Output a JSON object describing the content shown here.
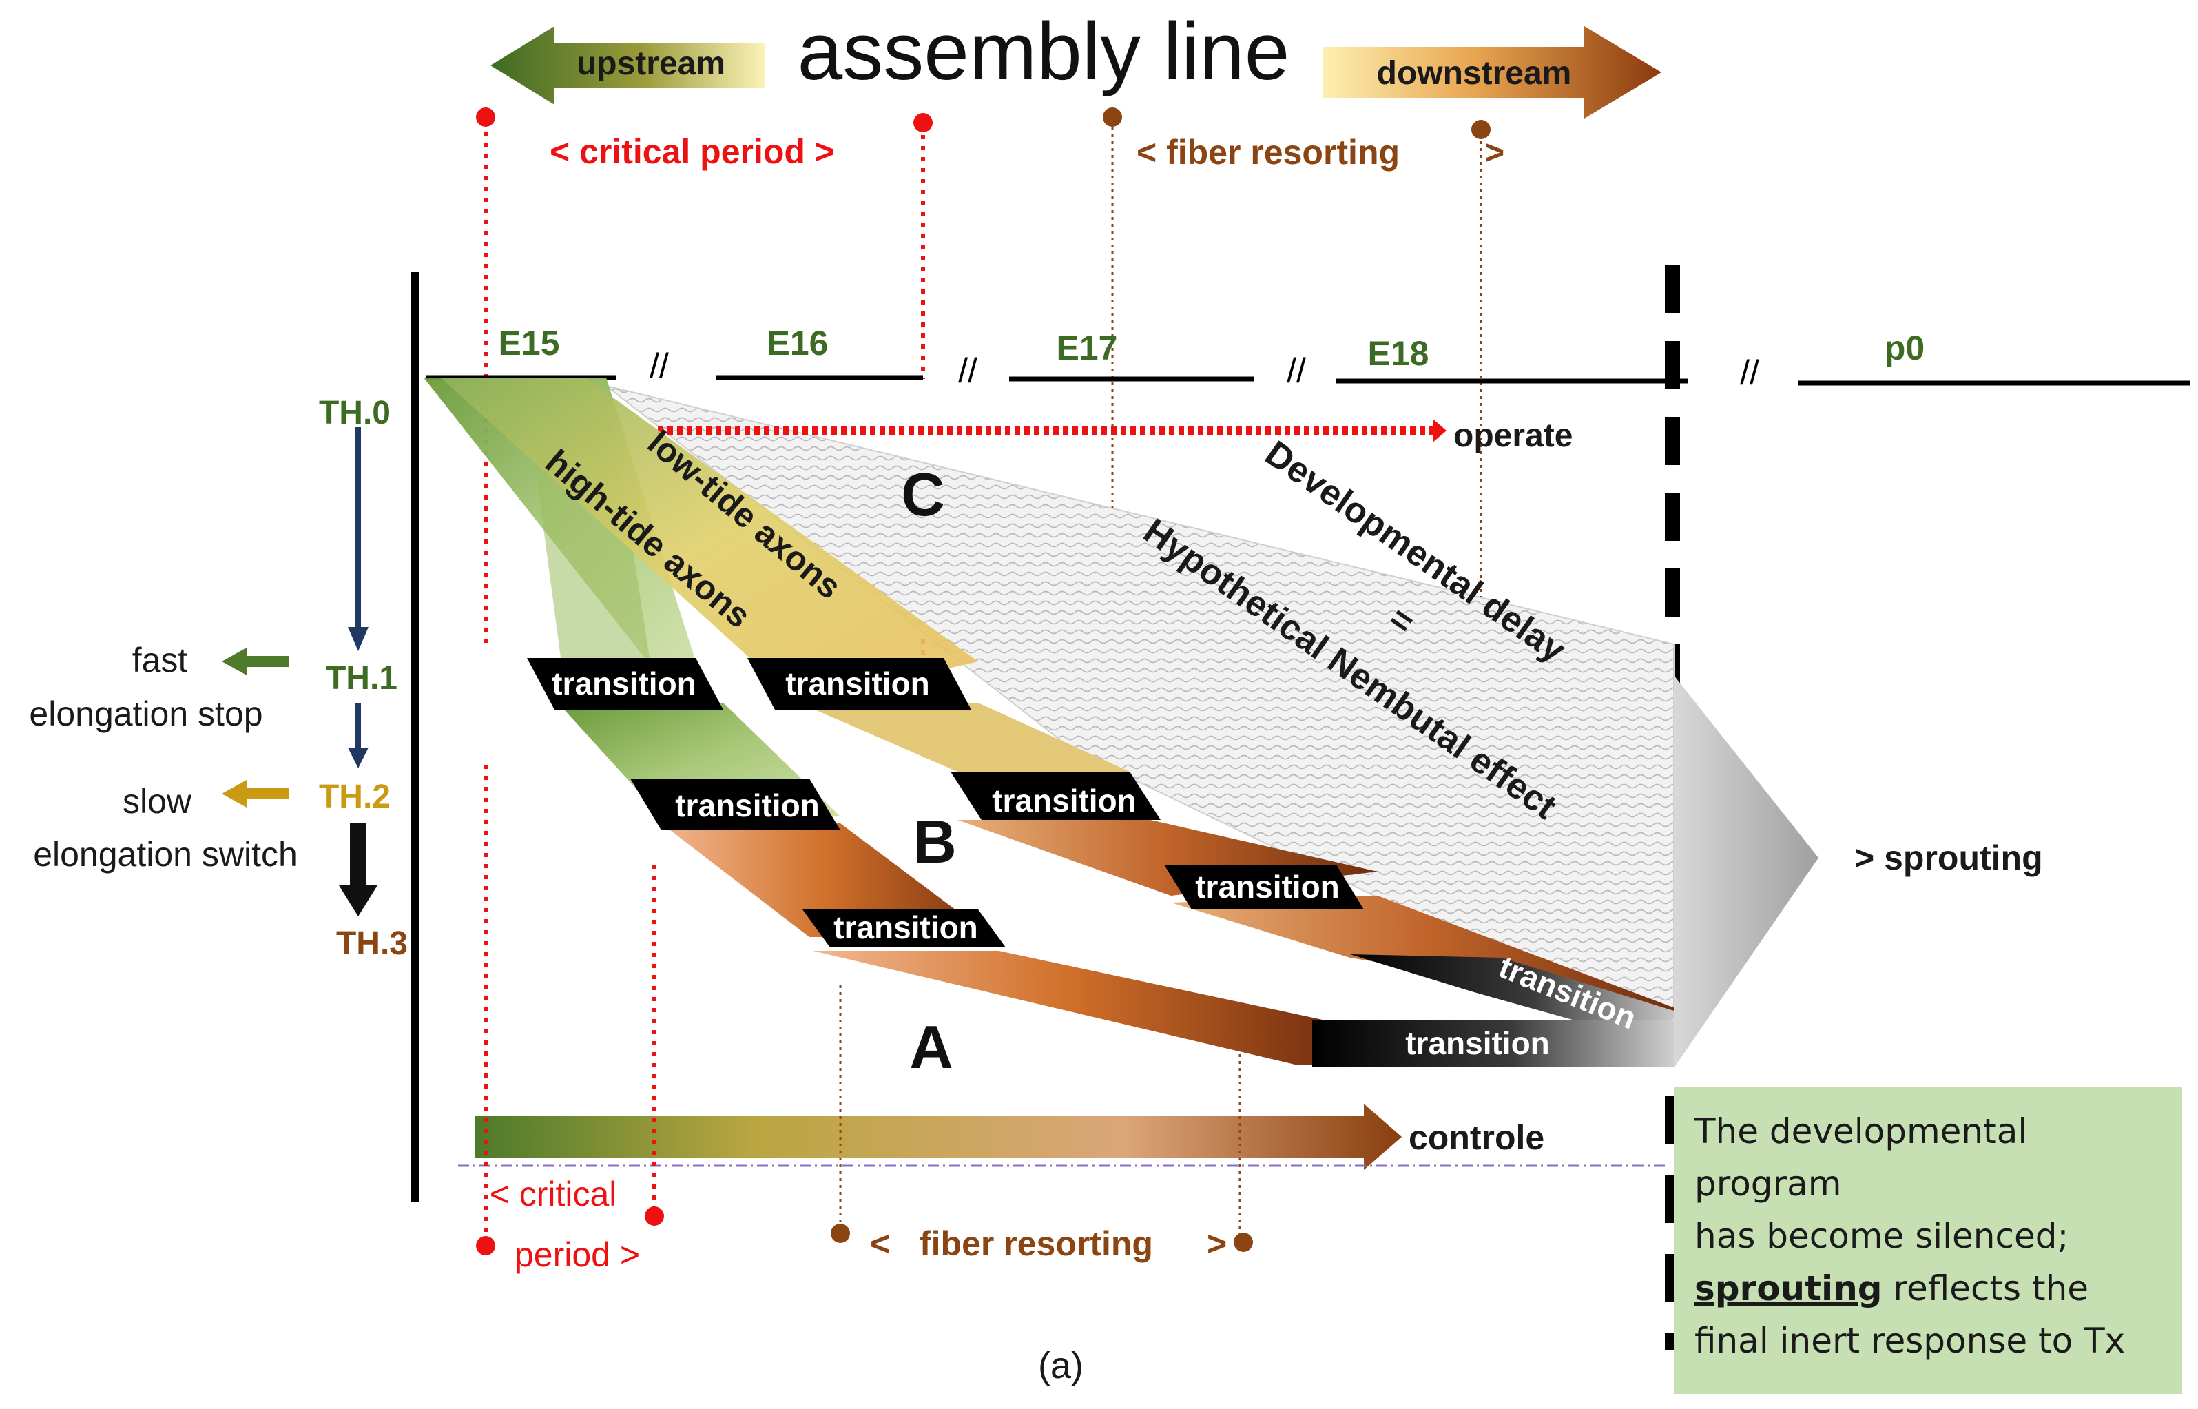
{
  "title": "assembly line",
  "upstream_label": "upstream",
  "downstream_label": "downstream",
  "top_critical_period": "<  critical period  >",
  "top_fiber_resorting": "<  fiber resorting",
  "top_fiber_resorting_end": ">",
  "timeline": {
    "stages": [
      "E15",
      "E16",
      "E17",
      "E18",
      "p0"
    ],
    "break_mark": "//"
  },
  "thresholds": [
    "TH.0",
    "TH.1",
    "TH.2",
    "TH.3"
  ],
  "left_labels": {
    "fast": "fast",
    "fast_sub": "elongation stop",
    "slow": "slow",
    "slow_sub": "elongation switch"
  },
  "operate_label": "operate",
  "band_labels": {
    "low_tide": "low-tide axons",
    "high_tide": "high-tide axons",
    "delay_line1": "Developmental delay",
    "delay_eq": "=",
    "delay_line2": "Hypothetical Nembutal effect"
  },
  "pathways": [
    "C",
    "B",
    "A"
  ],
  "transition_label": "transition",
  "sprouting_label": "> sprouting",
  "controle_label": "controle",
  "bottom_critical_1": "< critical",
  "bottom_critical_2": "period >",
  "bottom_fiber_resorting_start": "<",
  "bottom_fiber_resorting": "fiber resorting",
  "bottom_fiber_resorting_end": ">",
  "callout": {
    "line1": "The developmental",
    "line2": "program",
    "line3": "has become silenced;",
    "bold_word": "sprouting",
    "line4_rest": " reflects the",
    "line5": "final inert response to Tx"
  },
  "caption": "(a)",
  "colors": {
    "green": "#4f7a2c",
    "gold": "#c99a12",
    "brown": "#8b4513",
    "red": "#ee1111",
    "navy": "#1f3864",
    "callout_bg": "#c6e0b4"
  }
}
